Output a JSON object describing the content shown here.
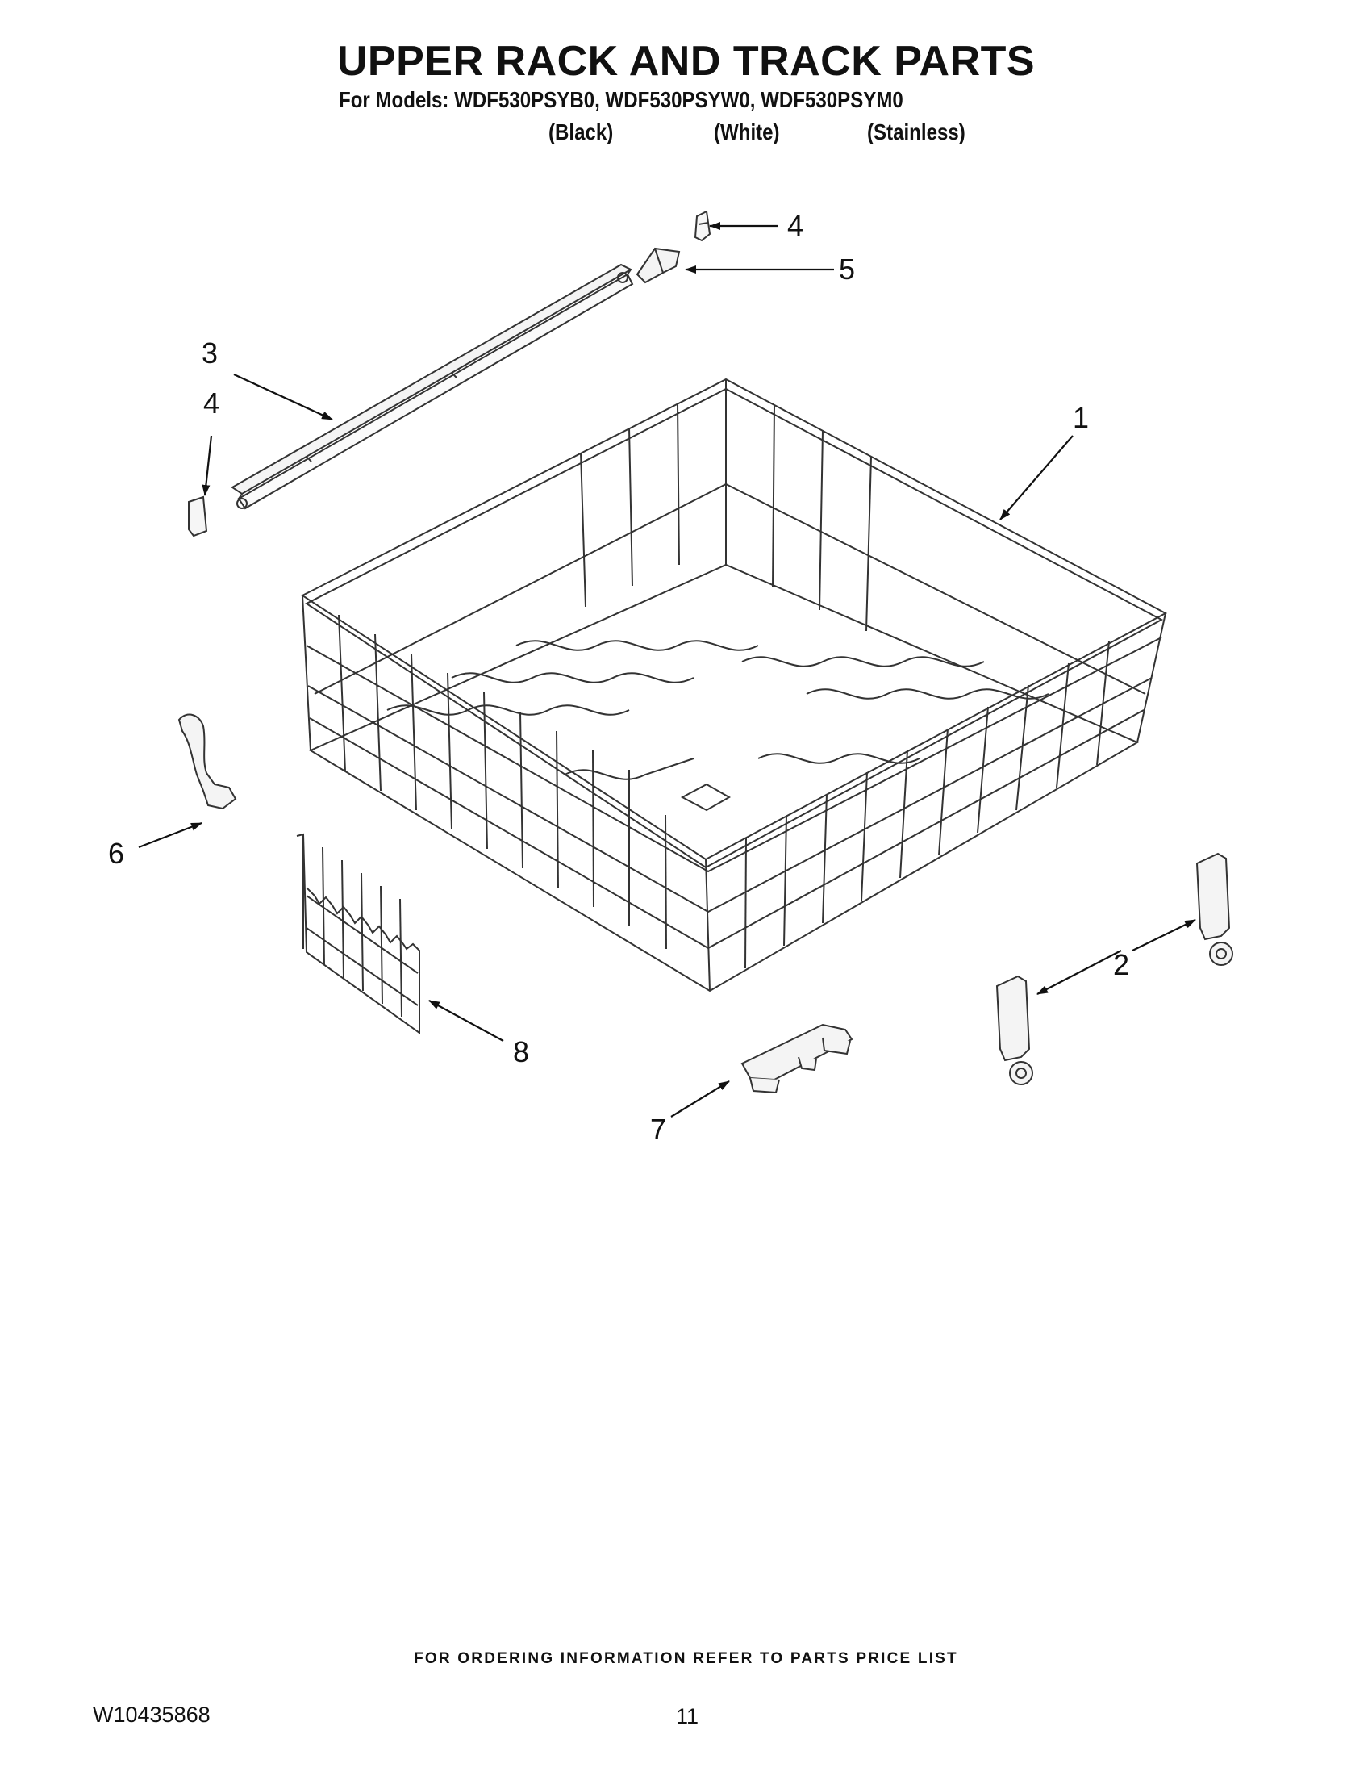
{
  "header": {
    "title": "UPPER RACK AND TRACK PARTS",
    "models_line": "For Models: WDF530PSYB0, WDF530PSYW0, WDF530PSYM0",
    "variants": [
      "(Black)",
      "(White)",
      "(Stainless)"
    ]
  },
  "callouts": {
    "rack": "1",
    "adjuster_right": "2",
    "adjuster_left": "2",
    "track": "3",
    "end_cap_left": "4",
    "end_cap_top": "4",
    "track_stop": "5",
    "tine_clip": "6",
    "handle": "7",
    "divider": "8"
  },
  "footer": {
    "note": "FOR ORDERING INFORMATION REFER TO PARTS PRICE LIST",
    "doc_number": "W10435868",
    "page_number": "11"
  }
}
